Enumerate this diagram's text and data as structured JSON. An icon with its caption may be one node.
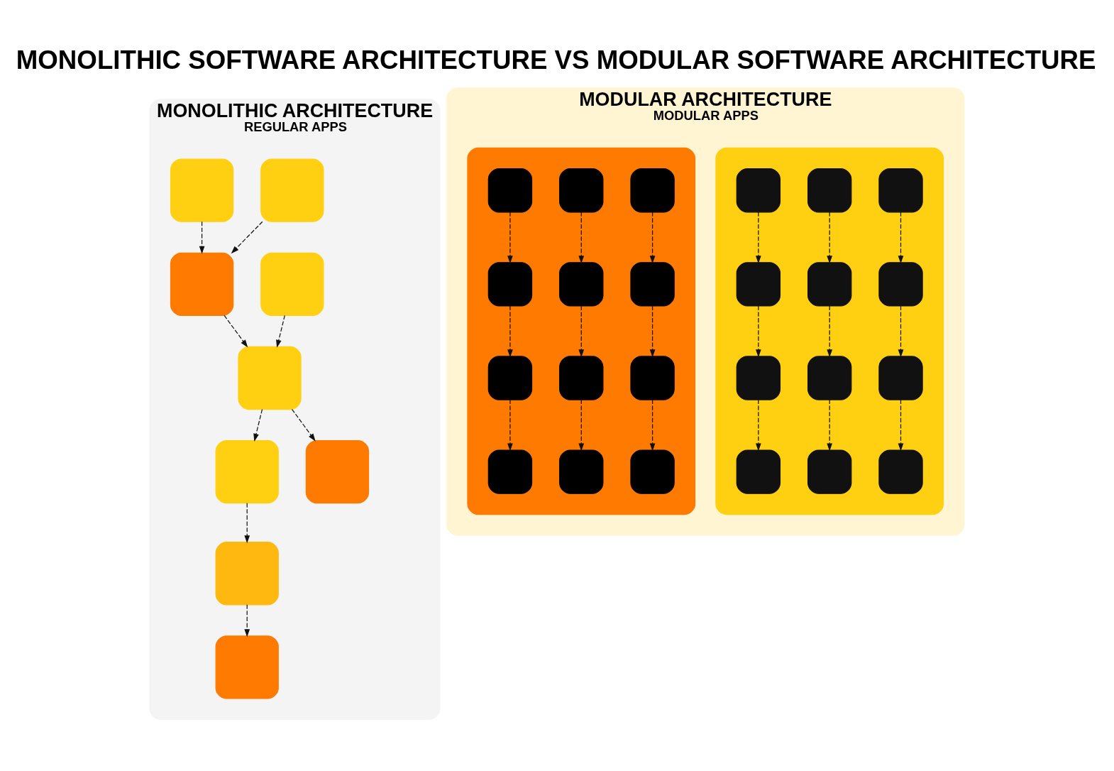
{
  "diagram": {
    "title": "MONOLITHIC SOFTWARE ARCHITECTURE VS MODULAR SOFTWARE ARCHITECTURE",
    "nodes": [
      {
        "text": [
          "MONOLITHIC ARCHITECTURE",
          "REGULAR APPS"
        ]
      },
      {
        "text": [],
        "shape": "box",
        "in": 0
      },
      {
        "text": [],
        "shape": "box",
        "in": 0
      },
      {
        "text": [],
        "shape": "box",
        "in": 0
      },
      {
        "text": [],
        "shape": "box",
        "in": 0
      },
      {
        "text": [],
        "shape": "box",
        "in": 0
      },
      {
        "text": [],
        "shape": "box",
        "in": 0
      },
      {
        "text": [],
        "shape": "box",
        "in": 0
      },
      {
        "text": [],
        "shape": "box",
        "in": 0
      },
      {
        "text": [],
        "shape": "box",
        "in": 0
      },
      {
        "text": [
          "MODULAR ARCHITECTURE",
          "MODULAR APPS"
        ]
      },
      {
        "text": [],
        "shape": "box",
        "in": 10
      },
      {
        "text": [],
        "shape": "box",
        "in": 11
      },
      {
        "text": [],
        "shape": "box",
        "in": 11
      },
      {
        "text": [],
        "shape": "box",
        "in": 11
      },
      {
        "text": [],
        "shape": "box",
        "in": 11
      },
      {
        "text": [],
        "shape": "box",
        "in": 11
      },
      {
        "text": [],
        "shape": "box",
        "in": 11
      },
      {
        "text": [],
        "shape": "box",
        "in": 11
      },
      {
        "text": [],
        "shape": "box",
        "in": 11
      },
      {
        "text": [],
        "shape": "box",
        "in": 11
      },
      {
        "text": [],
        "shape": "box",
        "in": 11
      },
      {
        "text": [],
        "shape": "box",
        "in": 11
      },
      {
        "text": [],
        "shape": "box",
        "in": 11
      },
      {
        "text": [],
        "shape": "box",
        "in": 10
      },
      {
        "text": [],
        "shape": "box",
        "in": 24
      },
      {
        "text": [],
        "shape": "box",
        "in": 24
      },
      {
        "text": [],
        "shape": "box",
        "in": 24
      },
      {
        "text": [],
        "shape": "box",
        "in": 24
      },
      {
        "text": [],
        "shape": "box",
        "in": 24
      },
      {
        "text": [],
        "shape": "box",
        "in": 24
      },
      {
        "text": [],
        "shape": "box",
        "in": 24
      },
      {
        "text": [],
        "shape": "box",
        "in": 24
      },
      {
        "text": [],
        "shape": "box",
        "in": 24
      },
      {
        "text": [],
        "shape": "box",
        "in": 24
      },
      {
        "text": [],
        "shape": "box",
        "in": 24
      },
      {
        "text": [],
        "shape": "box",
        "in": 24
      }
    ],
    "edges": [
      {
        "from": 1,
        "to": 2,
        "arrow": "to",
        "style": "dashed"
      },
      {
        "from": 2,
        "to": 3,
        "arrow": "to",
        "style": "dashed"
      },
      {
        "from": 6,
        "to": 1,
        "arrow": "to",
        "style": "dashed"
      },
      {
        "from": 4,
        "to": 5,
        "arrow": "to",
        "style": "dashed"
      },
      {
        "from": 5,
        "to": 6,
        "arrow": "to",
        "style": "dashed"
      },
      {
        "from": 7,
        "to": 6,
        "arrow": "to",
        "style": "dashed"
      },
      {
        "from": 8,
        "to": 5,
        "arrow": "to",
        "style": "dashed"
      },
      {
        "from": 6,
        "to": 9,
        "arrow": "to",
        "style": "dashed"
      },
      {
        "from": 12,
        "to": 15,
        "arrow": "to",
        "style": "dashed"
      },
      {
        "from": 15,
        "to": 18,
        "arrow": "to",
        "style": "dashed"
      },
      {
        "from": 18,
        "to": 21,
        "arrow": "to",
        "style": "dashed"
      },
      {
        "from": 13,
        "to": 16,
        "arrow": "to",
        "style": "dashed"
      },
      {
        "from": 16,
        "to": 19,
        "arrow": "to",
        "style": "dashed"
      },
      {
        "from": 19,
        "to": 22,
        "arrow": "to",
        "style": "dashed"
      },
      {
        "from": 14,
        "to": 17,
        "arrow": "to",
        "style": "dashed"
      },
      {
        "from": 17,
        "to": 20,
        "arrow": "to",
        "style": "dashed"
      },
      {
        "from": 20,
        "to": 23,
        "arrow": "to",
        "style": "dashed"
      },
      {
        "from": 25,
        "to": 28,
        "arrow": "to",
        "style": "dashed"
      },
      {
        "from": 28,
        "to": 31,
        "arrow": "to",
        "style": "dashed"
      },
      {
        "from": 31,
        "to": 34,
        "arrow": "to",
        "style": "dashed"
      },
      {
        "from": 26,
        "to": 29,
        "arrow": "to",
        "style": "dashed"
      },
      {
        "from": 29,
        "to": 32,
        "arrow": "to",
        "style": "dashed"
      },
      {
        "from": 32,
        "to": 35,
        "arrow": "to",
        "style": "dashed"
      },
      {
        "from": 27,
        "to": 30,
        "arrow": "to",
        "style": "dashed"
      },
      {
        "from": 30,
        "to": 33,
        "arrow": "to",
        "style": "dashed"
      },
      {
        "from": 33,
        "to": 36,
        "arrow": "to",
        "style": "dashed"
      }
    ]
  }
}
